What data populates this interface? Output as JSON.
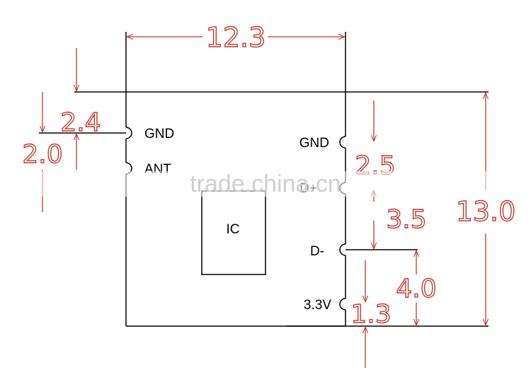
{
  "drawing": {
    "pins": {
      "left_gnd": "GND",
      "left_ant": "ANT",
      "right_gnd": "GND",
      "right_d_plus": "D+",
      "right_d_minus": "D-",
      "right_3v3": "3.3V"
    },
    "ic_label": "IC",
    "dimensions": {
      "width": "12.3",
      "height": "13.0",
      "left_gnd_offset": "2.4",
      "left_pitch": "2.0",
      "right_gnd_offset": "2.5",
      "right_dplus_dminus": "3.5",
      "right_dminus_bottom": "4.0",
      "right_3v3_offset": "1.3"
    },
    "watermark": "trade.china.cn",
    "colors": {
      "outline": "#000000",
      "dimension": "#c0392b"
    }
  }
}
